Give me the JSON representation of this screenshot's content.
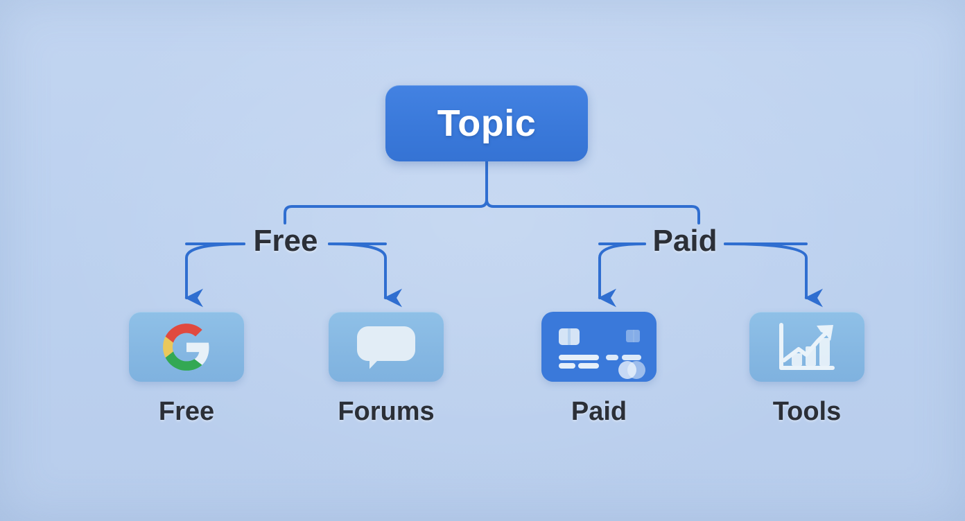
{
  "diagram": {
    "title_node": {
      "label": "Topic",
      "color": "#3a79da",
      "text_color": "#ffffff"
    },
    "background_color": "#bdd2ef",
    "connector_color": "#2f6ed0",
    "branches": [
      {
        "label": "Free",
        "side": "left"
      },
      {
        "label": "Paid",
        "side": "right"
      }
    ],
    "leaves": [
      {
        "label": "Free",
        "icon": "google-g-icon",
        "card_style": "light"
      },
      {
        "label": "Forums",
        "icon": "speech-bubble-icon",
        "card_style": "light"
      },
      {
        "label": "Paid",
        "icon": "credit-card-icon",
        "card_style": "blue"
      },
      {
        "label": "Tools",
        "icon": "growth-chart-icon",
        "card_style": "light"
      }
    ],
    "palette": {
      "google_red": "#e04a3f",
      "google_yellow": "#eac85c",
      "google_green": "#33a853",
      "google_blue_segment": "#e8f1f8",
      "card_light": "#85b7e2",
      "card_blue": "#3a79da",
      "label_text": "#2b2f37",
      "icon_white": "#e6eff7"
    }
  }
}
